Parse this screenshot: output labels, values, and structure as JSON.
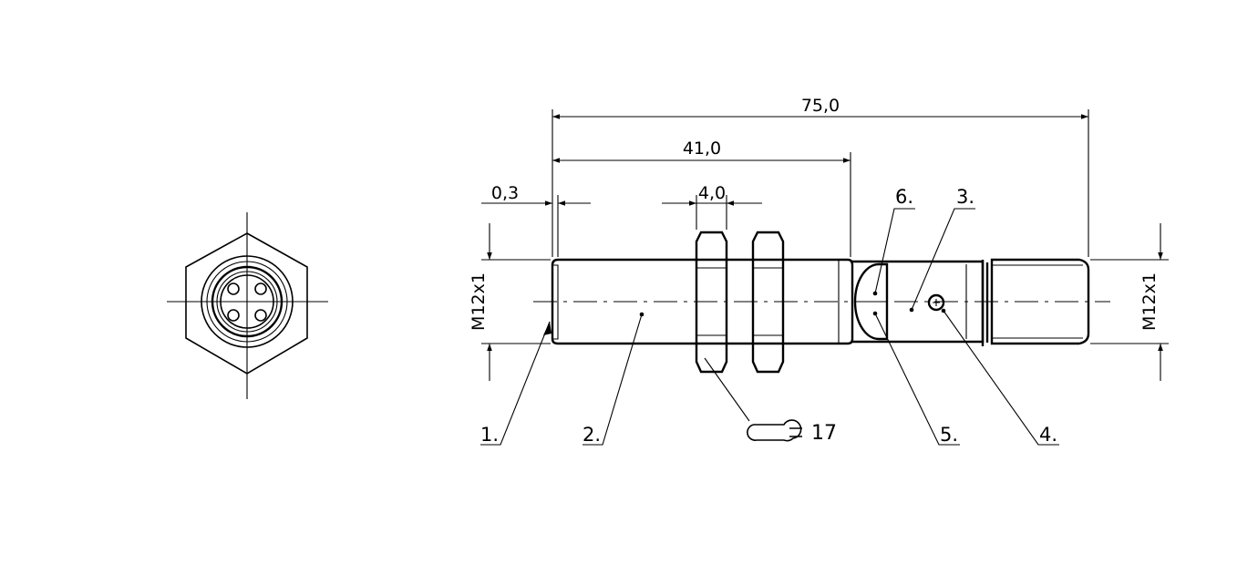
{
  "dimensions": {
    "overall_length": "75,0",
    "thread_length": "41,0",
    "chamfer": "0,3",
    "nut_thickness": "4,0",
    "thread_left": "M12x1",
    "thread_right": "M12x1"
  },
  "wrench_size": "17",
  "callouts": {
    "c1": "1.",
    "c2": "2.",
    "c3": "3.",
    "c4": "4.",
    "c5": "5.",
    "c6": "6."
  }
}
